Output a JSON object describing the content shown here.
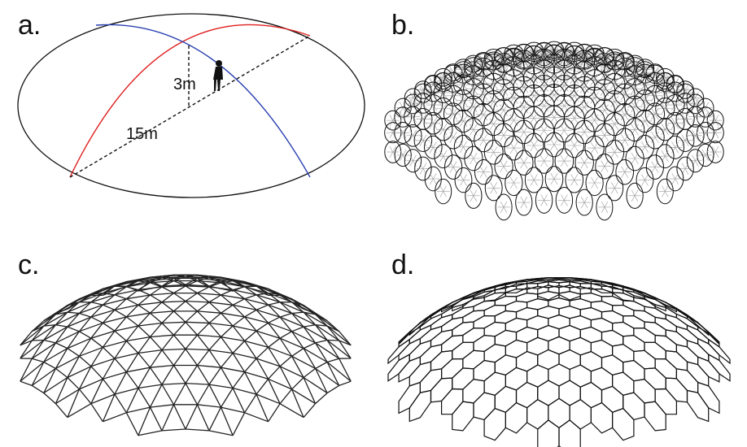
{
  "panels": [
    {
      "id": "a",
      "label": "a.",
      "description_free": true
    },
    {
      "id": "b",
      "label": "b."
    },
    {
      "id": "c",
      "label": "c."
    },
    {
      "id": "d",
      "label": "d."
    }
  ],
  "dimensions": {
    "radius": "15m",
    "height": "3m"
  },
  "colors": {
    "arc_red": "#e02020",
    "arc_blue": "#2a3fb0",
    "line": "#111111",
    "mesh_light": "#9a9a9a"
  }
}
